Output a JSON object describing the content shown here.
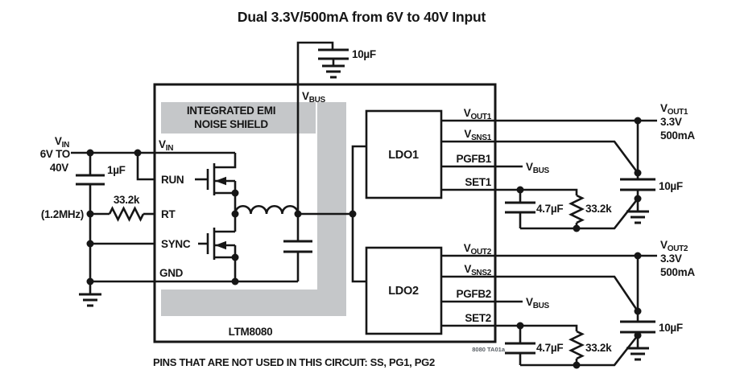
{
  "title": "Dual 3.3V/500mA from 6V to 40V Input",
  "colors": {
    "module_fill": "#edcbc5",
    "shield_fill": "#c5c7c9",
    "ink": "#161616",
    "ref_text": "#5a6066"
  },
  "module": {
    "part_number": "LTM8080",
    "shield_label_line1": "INTEGRATED EMI",
    "shield_label_line2": "NOISE SHIELD",
    "ldo1_label": "LDO1",
    "ldo2_label": "LDO2",
    "pins": {
      "vbus": {
        "main": "V",
        "sub": "BUS"
      },
      "vin": {
        "main": "V",
        "sub": "IN"
      },
      "run": "RUN",
      "rt": "RT",
      "sync": "SYNC",
      "gnd": "GND",
      "vout1": {
        "main": "V",
        "sub": "OUT1"
      },
      "vsns1": {
        "main": "V",
        "sub": "SNS1"
      },
      "pgfb1": "PGFB1",
      "set1": "SET1",
      "vout2": {
        "main": "V",
        "sub": "OUT2"
      },
      "vsns2": {
        "main": "V",
        "sub": "SNS2"
      },
      "pgfb2": "PGFB2",
      "set2": "SET2"
    }
  },
  "input": {
    "v_label": {
      "main": "V",
      "sub": "IN"
    },
    "range_line1": "6V TO",
    "range_line2": "40V",
    "input_cap_value": "1µF",
    "rt_resistor_value": "33.2k",
    "sync_frequency": "(1.2MHz)"
  },
  "vbus_cap_value": "10µF",
  "output1": {
    "v_label": {
      "main": "V",
      "sub": "OUT1"
    },
    "voltage": "3.3V",
    "current": "500mA",
    "output_cap_value": "10µF",
    "set_cap_value": "4.7µF",
    "set_resistor_value": "33.2k",
    "pgfb_net": {
      "main": "V",
      "sub": "BUS"
    }
  },
  "output2": {
    "v_label": {
      "main": "V",
      "sub": "OUT2"
    },
    "voltage": "3.3V",
    "current": "500mA",
    "output_cap_value": "10µF",
    "set_cap_value": "4.7µF",
    "set_resistor_value": "33.2k",
    "pgfb_net": {
      "main": "V",
      "sub": "BUS"
    }
  },
  "footer": {
    "unused_pins_note": "PINS THAT ARE NOT USED IN THIS CIRCUIT: SS, PG1, PG2",
    "figure_ref": "8080 TA01a"
  }
}
